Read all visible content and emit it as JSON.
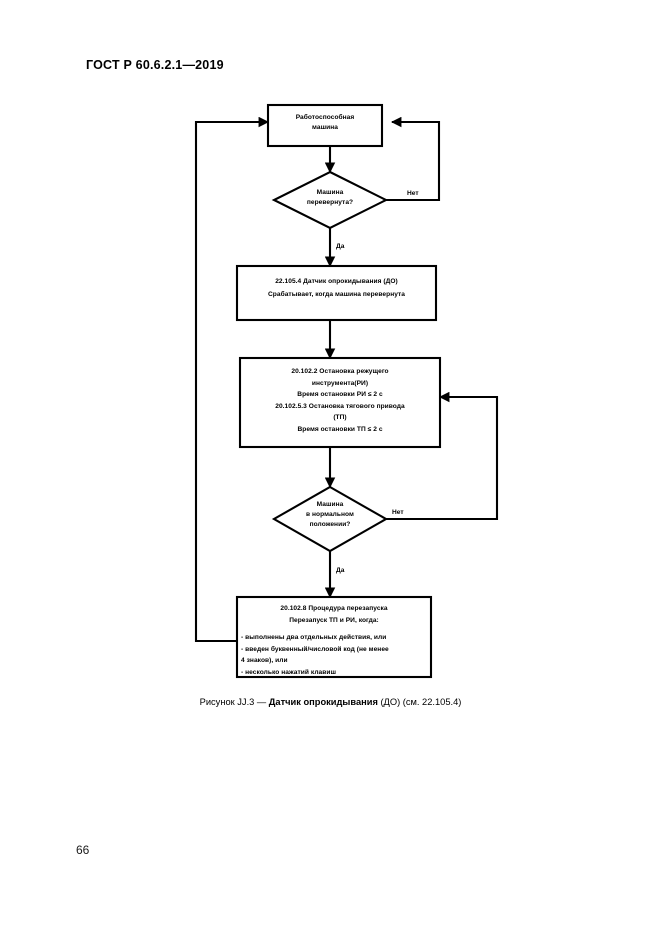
{
  "document": {
    "header": "ГОСТ Р 60.6.2.1—2019",
    "page_number": "66"
  },
  "figure": {
    "caption_prefix": "Рисунок JJ.3 — ",
    "caption_bold": "Датчик опрокидывания",
    "caption_suffix": " (ДО) (см. 22.105.4)"
  },
  "flowchart": {
    "nodes": {
      "start_box": {
        "line1": "Работоспособная",
        "line2": "машина"
      },
      "decision_1": {
        "line1": "Машина",
        "line2": "перевернута?"
      },
      "box_sensor": {
        "line1": "22.105.4 Датчик опрокидывания (ДО)",
        "line2": "Срабатывает, когда машина перевернута"
      },
      "box_stop": {
        "line1": "20.102.2 Остановка режущего",
        "line2": "инструмента(РИ)",
        "line3": "Время остановки РИ ≤ 2 с",
        "line4": "20.102.5.3 Остановка тягового привода",
        "line5": "(ТП)",
        "line6": "Время остановки ТП ≤ 2 с"
      },
      "decision_2": {
        "line1": "Машина",
        "line2": "в нормальном",
        "line3": "положении?"
      },
      "box_restart": {
        "line1": "20.102.8 Процедура перезапуска",
        "line2": "Перезапуск ТП и РИ, когда:",
        "line3": "- выполнены два отдельных действия, или",
        "line4": "- введен буквенный/числовой код (не менее",
        "line5": "  4 знаков), или",
        "line6": "- несколько нажатий клавиш"
      }
    },
    "edge_labels": {
      "d1_no": "Нет",
      "d1_yes": "Да",
      "d2_no": "Нет",
      "d2_yes": "Да"
    },
    "colors": {
      "stroke": "#000000",
      "fill": "#ffffff"
    }
  }
}
